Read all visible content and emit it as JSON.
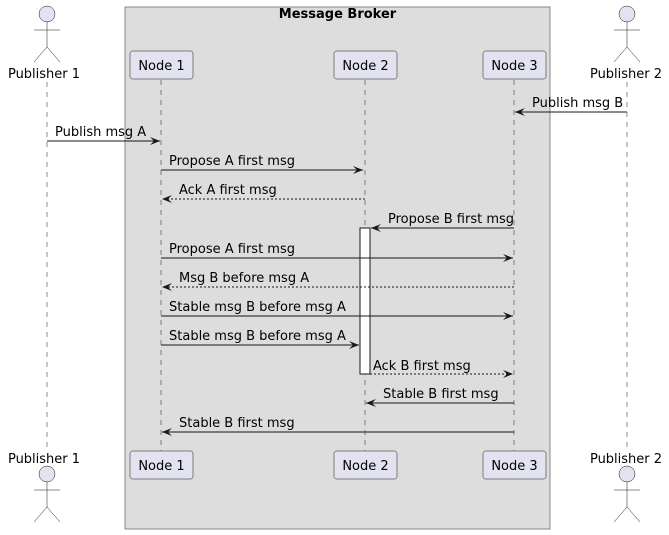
{
  "box": {
    "title": "Message Broker"
  },
  "actors": {
    "publisher1": "Publisher 1",
    "publisher2": "Publisher 2"
  },
  "participants": {
    "node1": "Node 1",
    "node2": "Node 2",
    "node3": "Node 3"
  },
  "messages": [
    {
      "from": "publisher2",
      "to": "node3",
      "label": "Publish msg B",
      "style": "solid"
    },
    {
      "from": "publisher1",
      "to": "node1",
      "label": "Publish msg A",
      "style": "solid"
    },
    {
      "from": "node1",
      "to": "node2",
      "label": "Propose A first msg",
      "style": "solid"
    },
    {
      "from": "node2",
      "to": "node1",
      "label": "Ack A first msg",
      "style": "dashed"
    },
    {
      "from": "node3",
      "to": "node2",
      "label": "Propose B first msg",
      "style": "solid"
    },
    {
      "from": "node1",
      "to": "node3",
      "label": "Propose A first msg",
      "style": "solid"
    },
    {
      "from": "node3",
      "to": "node1",
      "label": "Msg B before msg A",
      "style": "dashed"
    },
    {
      "from": "node1",
      "to": "node3",
      "label": "Stable msg B before msg A",
      "style": "solid"
    },
    {
      "from": "node1",
      "to": "node2",
      "label": "Stable msg B before msg A",
      "style": "solid"
    },
    {
      "from": "node2",
      "to": "node3",
      "label": "Ack B first msg",
      "style": "dashed"
    },
    {
      "from": "node3",
      "to": "node2",
      "label": "Stable B first msg",
      "style": "solid"
    },
    {
      "from": "node3",
      "to": "node1",
      "label": "Stable B first msg",
      "style": "solid"
    }
  ],
  "colors": {
    "box_fill": "#dddddd",
    "box_stroke": "#888888",
    "participant_fill": "#e2e2f0",
    "participant_stroke": "#181818",
    "actor_fill": "#e2e2f0",
    "line": "#181818"
  }
}
